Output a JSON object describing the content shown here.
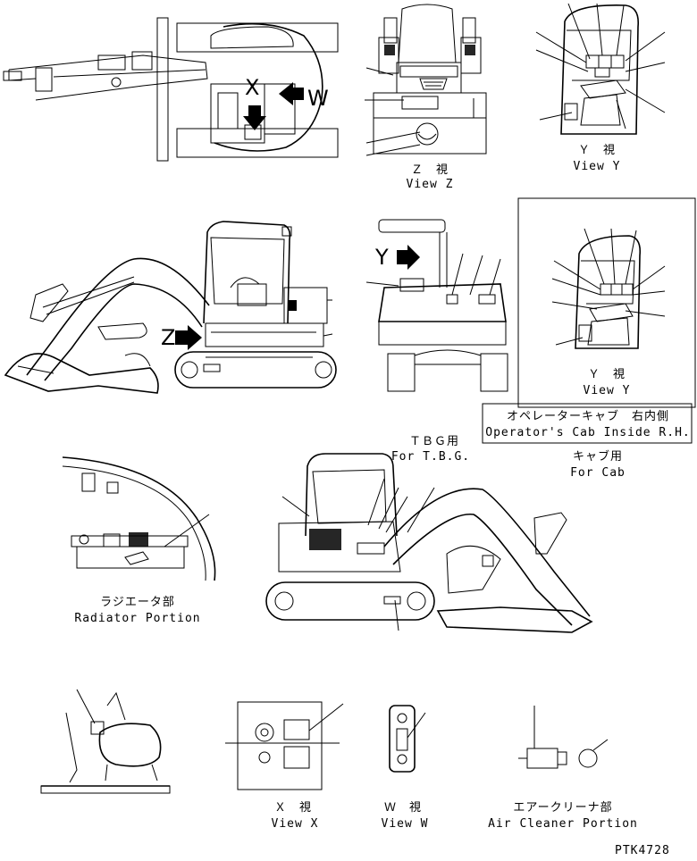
{
  "views": {
    "view_z": {
      "jp": "Ｚ　視",
      "en": "View Z"
    },
    "view_y_top": {
      "jp": "Ｙ　視",
      "en": "View Y"
    },
    "view_y_inset": {
      "jp": "Ｙ　視",
      "en": "View Y"
    },
    "view_x": {
      "jp": "Ｘ　視",
      "en": "View X"
    },
    "view_w": {
      "jp": "Ｗ　視",
      "en": "View W"
    }
  },
  "inset_caption": {
    "jp": "オペレーターキャブ　右内側",
    "en": "Operator's Cab Inside R.H."
  },
  "tbg": {
    "jp": "ＴＢＧ用",
    "en": "For T.B.G."
  },
  "cab": {
    "jp": "キャブ用",
    "en": "For Cab"
  },
  "radiator": {
    "jp": "ラジエータ部",
    "en": "Radiator Portion"
  },
  "air_cleaner": {
    "jp": "エアークリーナ部",
    "en": "Air Cleaner Portion"
  },
  "markers": {
    "x": "X",
    "w": "W",
    "y": "Y",
    "z": "Z"
  },
  "drawing_number": "PTK4728",
  "icons": [
    "arrow-right-icon",
    "arrow-left-icon",
    "arrow-down-icon"
  ]
}
